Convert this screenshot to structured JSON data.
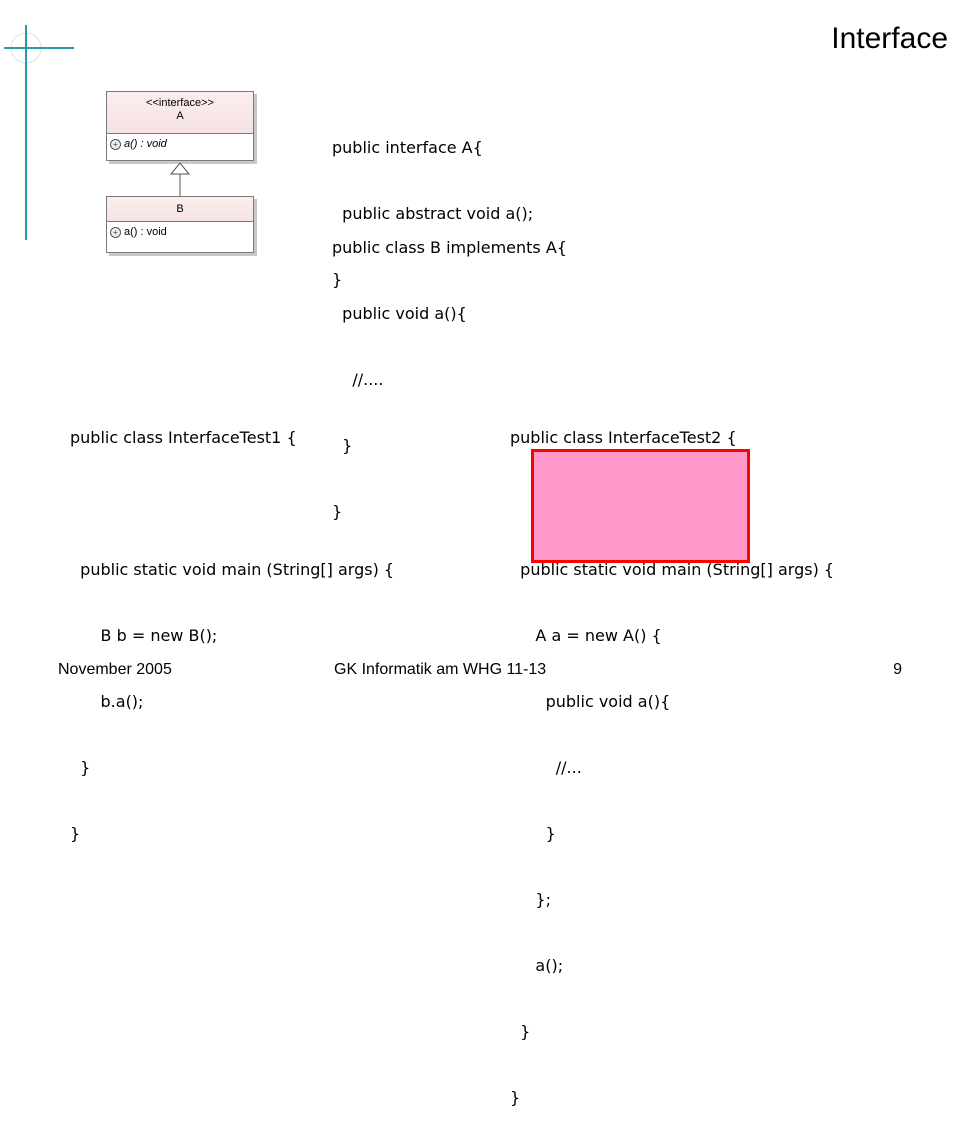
{
  "slide": {
    "title": "Interface",
    "accent_color": "#2b9ba6",
    "highlight_fill": "#ff99cc",
    "highlight_border": "#ff0000"
  },
  "uml": {
    "interface_stereotype": "<<interface>>",
    "interface_name": "A",
    "interface_operation": "a() : void",
    "class_name": "B",
    "class_operation": "a() : void"
  },
  "code_top": {
    "interface_lines": [
      "public interface A{",
      "  public abstract void a();",
      "}"
    ],
    "class_lines": [
      "public class B implements A{",
      "  public void a(){",
      "    //....",
      "  }",
      "}"
    ]
  },
  "code_left": {
    "lines": [
      "public class InterfaceTest1 {",
      "",
      "  public static void main (String[] args) {",
      "      B b = new B();",
      "      b.a();",
      "  }",
      "}"
    ]
  },
  "code_right": {
    "lines": [
      "public class InterfaceTest2 {",
      "",
      "  public static void main (String[] args) {",
      "     A a = new A() {",
      "       public void a(){",
      "         //...",
      "       }",
      "     };",
      "     a();",
      "  }",
      "}"
    ]
  },
  "footer": {
    "date": "November 2005",
    "course": "GK Informatik am WHG 11-13",
    "page_number": "9"
  }
}
